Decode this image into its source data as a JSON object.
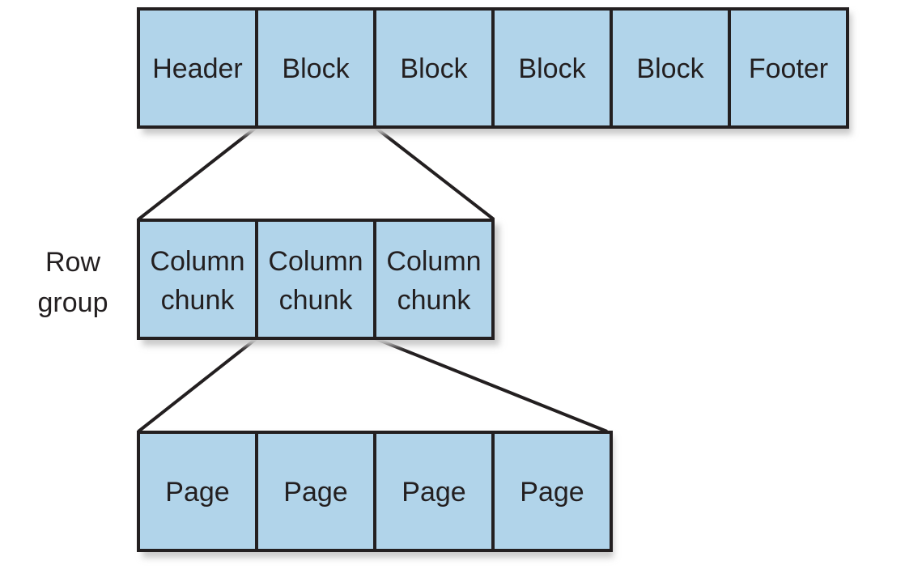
{
  "colors": {
    "cell_fill": "#b1d4ea",
    "stroke": "#231f20",
    "shadow": "#c9c9c9",
    "text": "#231f20"
  },
  "file_row": {
    "cells": [
      "Header",
      "Block",
      "Block",
      "Block",
      "Block",
      "Footer"
    ]
  },
  "row_group": {
    "label_line1": "Row",
    "label_line2": "group",
    "cells": [
      {
        "line1": "Column",
        "line2": "chunk"
      },
      {
        "line1": "Column",
        "line2": "chunk"
      },
      {
        "line1": "Column",
        "line2": "chunk"
      }
    ]
  },
  "page_row": {
    "cells": [
      "Page",
      "Page",
      "Page",
      "Page"
    ]
  }
}
